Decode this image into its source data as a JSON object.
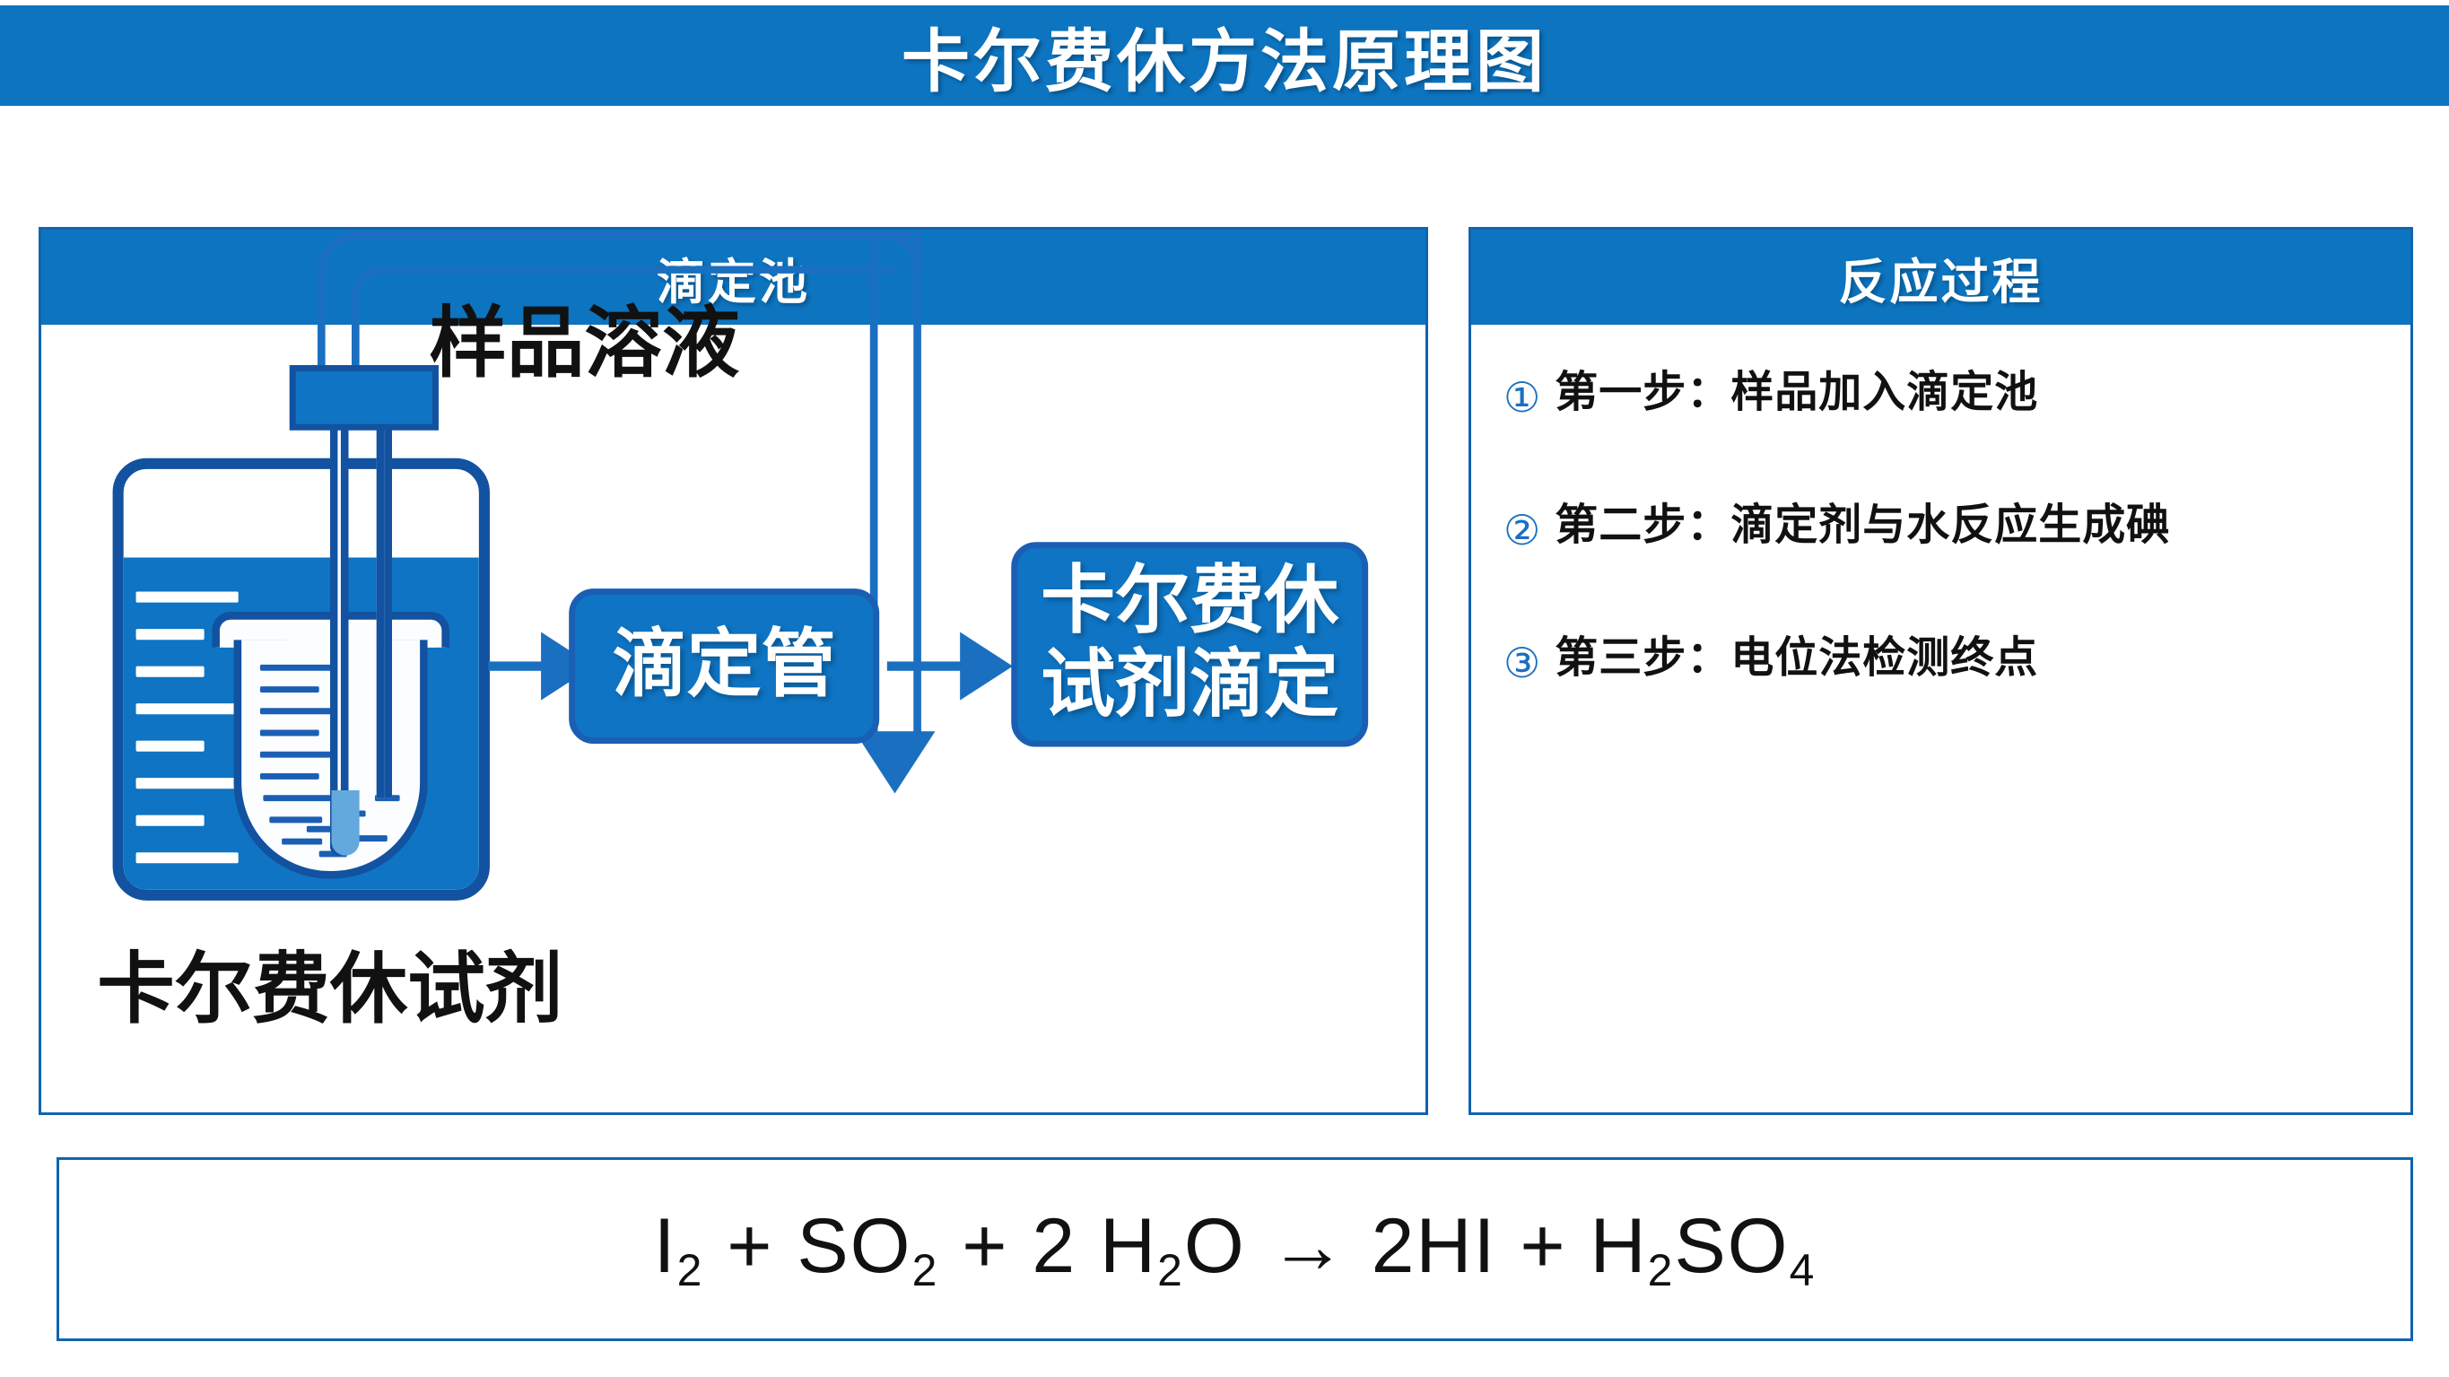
{
  "title": "卡尔费休方法原理图",
  "panels": {
    "left": {
      "header": "滴定池",
      "diagram": {
        "sample_label": "样品溶液",
        "reagent_label": "卡尔费休试剂",
        "box_titrator": "滴定管",
        "box_titration_line1": "卡尔费休",
        "box_titration_line2": "试剂滴定"
      }
    },
    "right": {
      "header": "反应过程",
      "steps": [
        {
          "num": "①",
          "text": "第一步：样品加入滴定池"
        },
        {
          "num": "②",
          "text": "第二步：滴定剂与水反应生成碘"
        },
        {
          "num": "③",
          "text": "第三步：电位法检测终点"
        }
      ]
    }
  },
  "equation": {
    "parts": [
      {
        "t": "I",
        "sub": "2"
      },
      {
        "t": " + SO",
        "sub": "2"
      },
      {
        "t": " + 2 H",
        "sub": "2"
      },
      {
        "t": "O → 2HI + H",
        "sub": "2"
      },
      {
        "t": "SO",
        "sub": "4"
      }
    ],
    "plain": "I2 + SO2 + 2 H2O → 2HI + H2SO4"
  },
  "colors": {
    "banner_blue": "#0d74c0",
    "border_blue": "#1164b0",
    "deep_blue": "#1252a0",
    "accent_blue": "#1a6fc0",
    "light_blue": "#63a9de",
    "text_dark": "#111111"
  }
}
